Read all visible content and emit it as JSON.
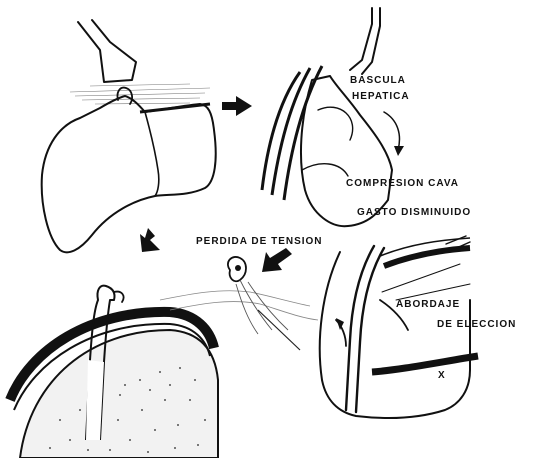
{
  "labels": {
    "bascula": "BASCULA",
    "hepatica": "HEPATICA",
    "compresion_cava": "COMPRESION CAVA",
    "gasto_disminuido": "GASTO DISMINUIDO",
    "perdida_de_tension": "PERDIDA DE TENSION",
    "abordaje": "ABORDAJE",
    "de_eleccion": "DE ELECCION",
    "x_mark": "X"
  },
  "colors": {
    "ink": "#111111",
    "background": "#ffffff"
  }
}
